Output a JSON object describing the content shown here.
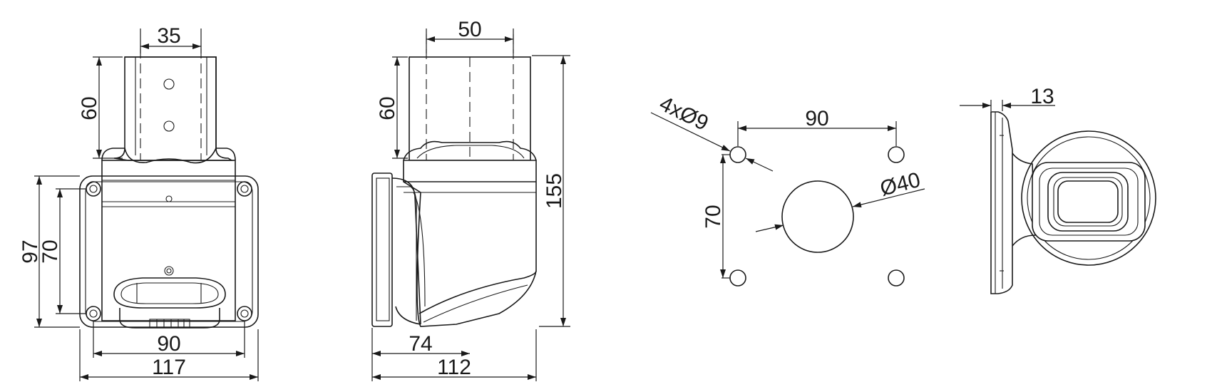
{
  "front_view": {
    "dim_top_width": "35",
    "dim_post_height": "60",
    "dim_overall_height": "97",
    "dim_hole_spacing_v": "70",
    "dim_hole_spacing_h": "90",
    "dim_overall_width": "117"
  },
  "side_view": {
    "dim_top_width": "50",
    "dim_post_height": "60",
    "dim_total_height": "155",
    "dim_depth_offset": "74",
    "dim_overall_depth": "112"
  },
  "hole_pattern": {
    "dim_holes": "4xØ9",
    "dim_hole_spacing_h": "90",
    "dim_hole_spacing_v": "70",
    "dim_center_hole": "Ø40"
  },
  "rear_view": {
    "dim_flange_thickness": "13"
  }
}
